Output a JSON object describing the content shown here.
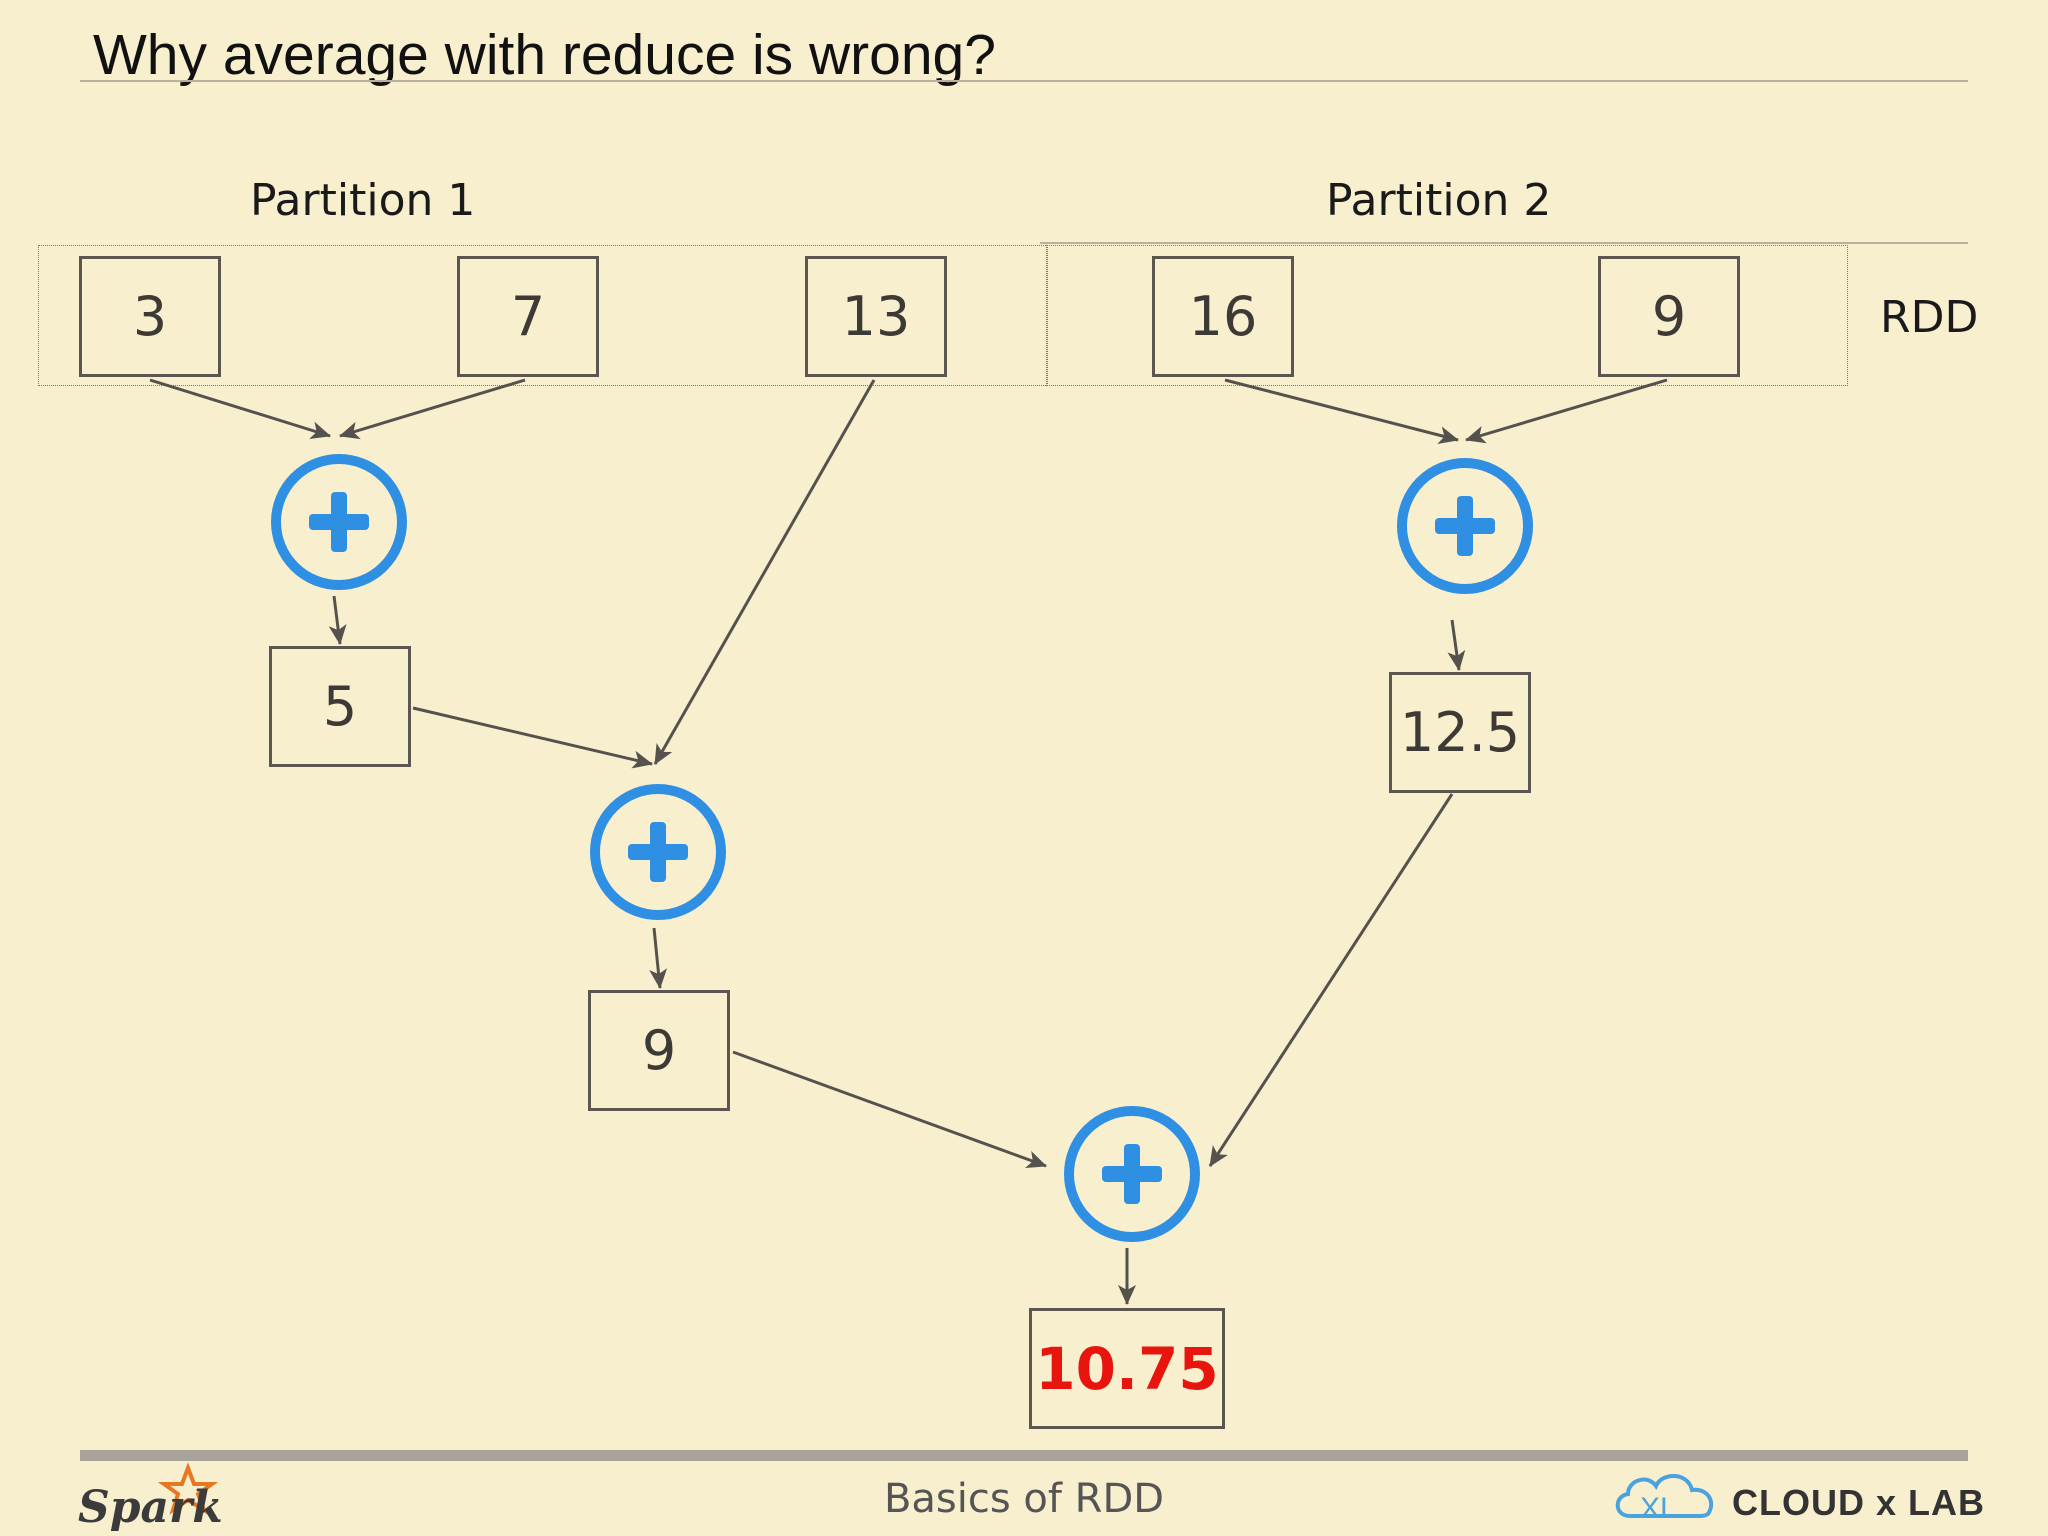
{
  "slide": {
    "title": "Why average with reduce is wrong?",
    "footer": "Basics of RDD"
  },
  "partitions": [
    {
      "label": "Partition 1"
    },
    {
      "label": "Partition 2"
    }
  ],
  "rdd_label": "RDD",
  "rdd_values": [
    "3",
    "7",
    "13",
    "16",
    "9"
  ],
  "intermediate": {
    "p1_avg": "5",
    "p2_avg": "12.5",
    "combined": "9"
  },
  "result": "10.75",
  "colors": {
    "background": "#f8efcf",
    "operator": "#2f8fe2",
    "result_text": "#e8150e",
    "box_border": "#5b5650"
  },
  "operator_icon": "plus-circle-icon",
  "logos": {
    "spark": "Spark",
    "cloudxlab": "CLOUD x LAB"
  }
}
